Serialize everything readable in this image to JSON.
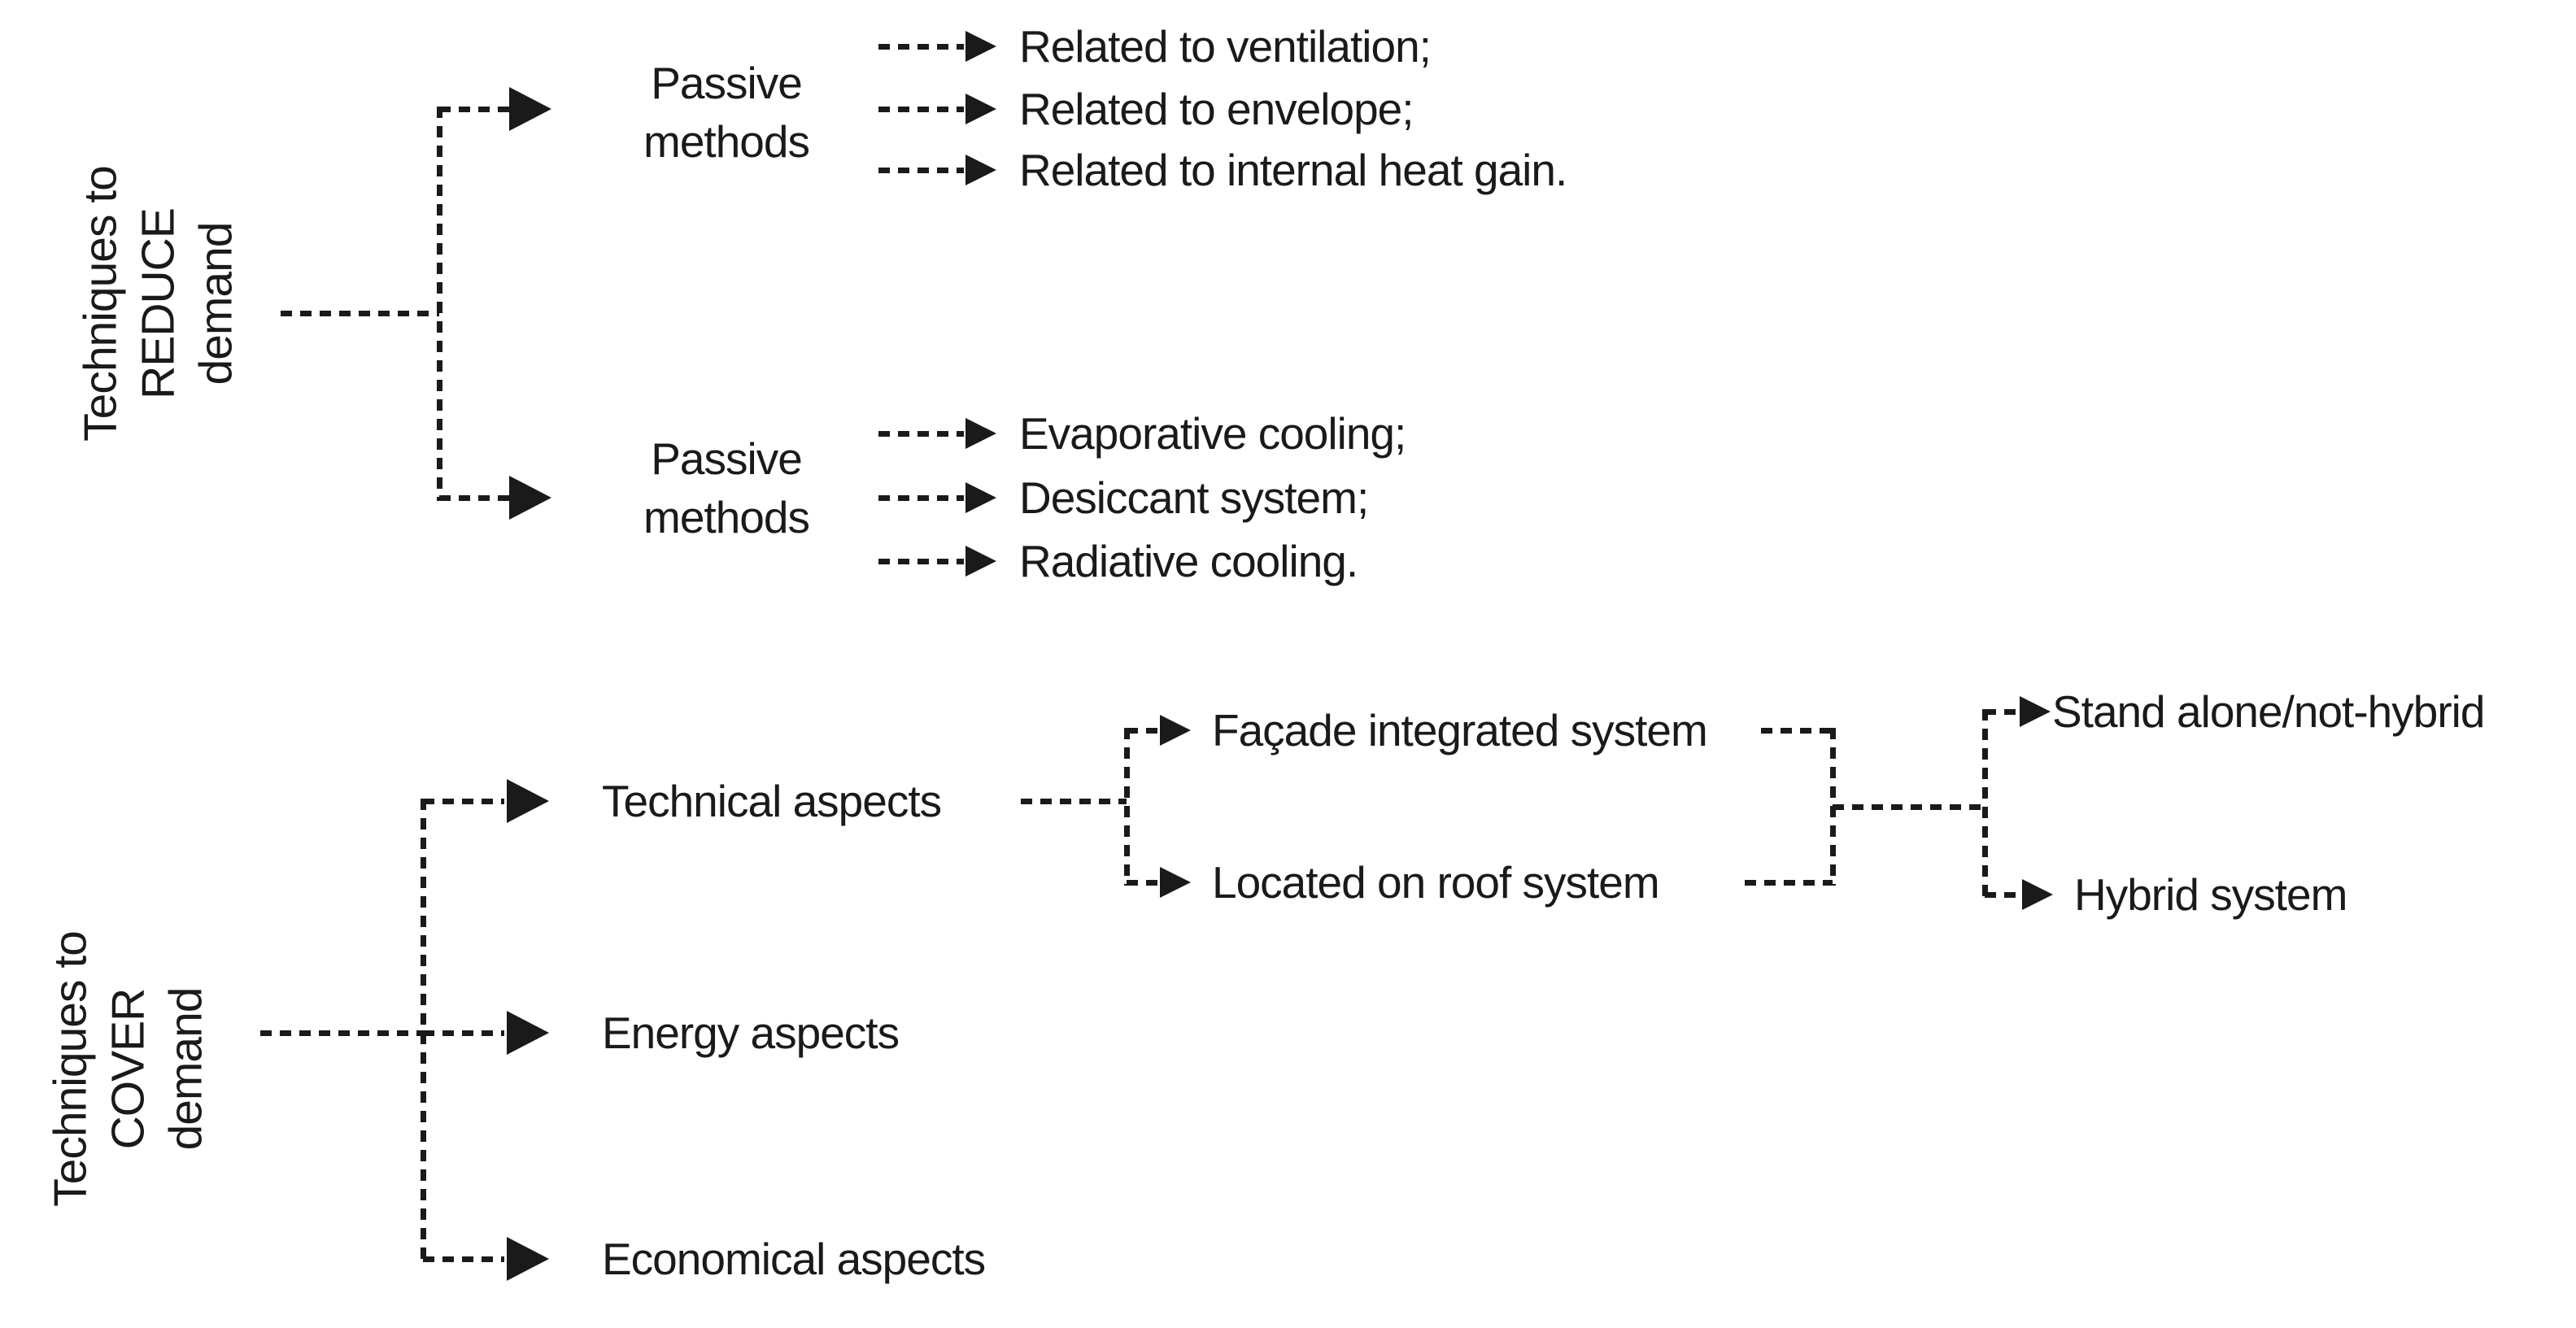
{
  "colors": {
    "ink": "#1a1a1a",
    "background": "#ffffff"
  },
  "reduce": {
    "root_lines": [
      "Techniques to",
      "REDUCE",
      "demand"
    ],
    "branches": [
      {
        "node_lines": [
          "Passive",
          "methods"
        ],
        "leaves": [
          "Related to ventilation;",
          "Related to envelope;",
          "Related to internal heat gain."
        ]
      },
      {
        "node_lines": [
          "Passive",
          "methods"
        ],
        "leaves": [
          "Evaporative cooling;",
          "Desiccant system;",
          "Radiative cooling."
        ]
      }
    ]
  },
  "cover": {
    "root_lines": [
      "Techniques to",
      "COVER",
      "demand"
    ],
    "branches": [
      {
        "label": "Technical aspects"
      },
      {
        "label": "Energy aspects"
      },
      {
        "label": "Economical aspects"
      }
    ],
    "technical_children": [
      {
        "label": "Façade integrated system"
      },
      {
        "label": "Located on roof system"
      }
    ],
    "hybridization": [
      {
        "label": "Stand alone/not-hybrid"
      },
      {
        "label": "Hybrid system"
      }
    ]
  }
}
